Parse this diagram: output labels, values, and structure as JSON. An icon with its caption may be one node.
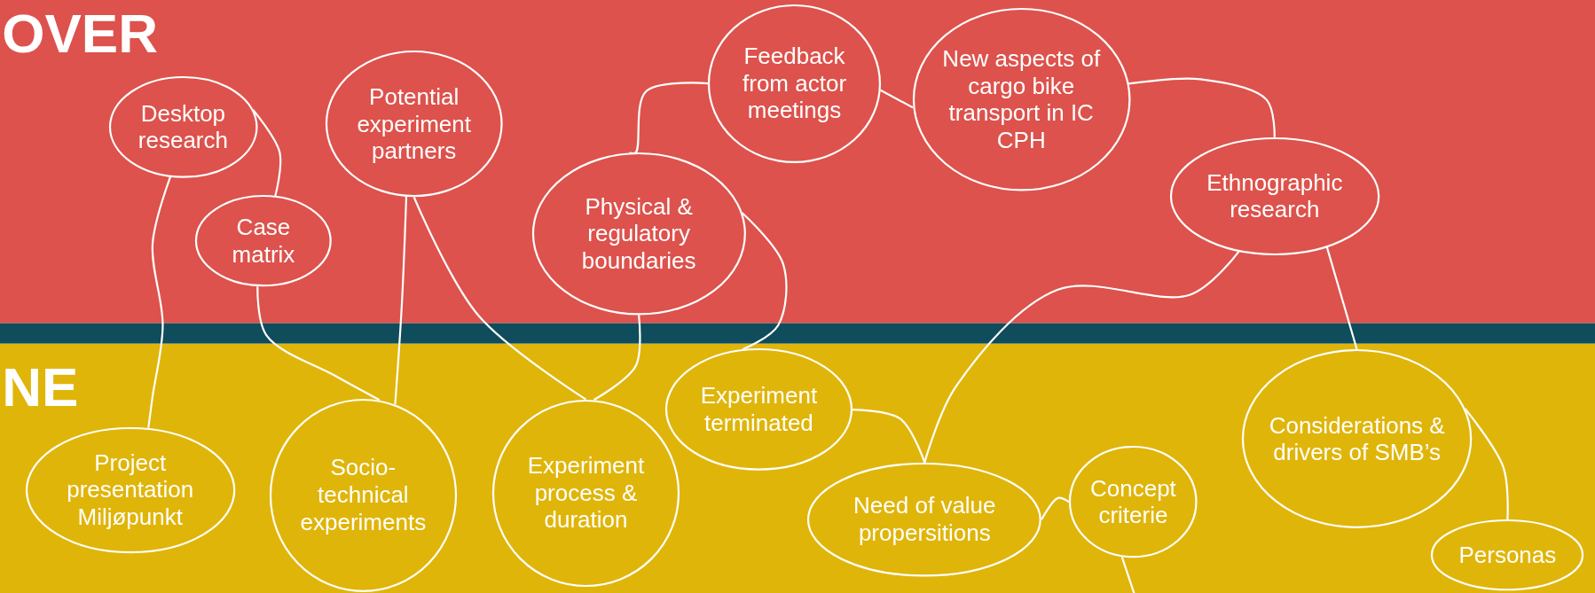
{
  "diagram": {
    "nodes": [
      {
        "text": [
          "Desktop research"
        ]
      },
      {
        "text": [
          "Case matrix"
        ]
      },
      {
        "text": [
          "Potential experiment partners"
        ]
      },
      {
        "text": [
          "Physical & regulatory boundaries"
        ]
      },
      {
        "text": [
          "Feedback from actor meetings"
        ]
      },
      {
        "text": [
          "New aspects of cargo bike transport in IC CPH"
        ]
      },
      {
        "text": [
          "Ethnographic research"
        ]
      },
      {
        "text": [
          "Project presentation Miljøpunkt"
        ]
      },
      {
        "text": [
          "Socio-technical experiments"
        ]
      },
      {
        "text": [
          "Experiment process & duration"
        ]
      },
      {
        "text": [
          "Experiment terminated"
        ]
      },
      {
        "text": [
          "Need of value propersitions"
        ]
      },
      {
        "text": [
          "Concept criterie"
        ]
      },
      {
        "text": [
          "Considerations & drivers of SMB’s"
        ]
      },
      {
        "text": [
          "Personas"
        ]
      }
    ],
    "edges": [
      {
        "from": 0,
        "to": 1,
        "arrow": "none"
      },
      {
        "from": 0,
        "to": 7,
        "arrow": "none"
      },
      {
        "from": 1,
        "to": 8,
        "arrow": "none"
      },
      {
        "from": 2,
        "to": 8,
        "arrow": "none"
      },
      {
        "from": 2,
        "to": 9,
        "arrow": "none"
      },
      {
        "from": 3,
        "to": 9,
        "arrow": "none"
      },
      {
        "from": 3,
        "to": 10,
        "arrow": "none"
      },
      {
        "from": 3,
        "to": 4,
        "arrow": "none"
      },
      {
        "from": 4,
        "to": 5,
        "arrow": "none"
      },
      {
        "from": 5,
        "to": 6,
        "arrow": "none"
      },
      {
        "from": 6,
        "to": 11,
        "arrow": "none"
      },
      {
        "from": 10,
        "to": 11,
        "arrow": "none"
      },
      {
        "from": 6,
        "to": 13,
        "arrow": "none"
      },
      {
        "from": 11,
        "to": 12,
        "arrow": "none"
      },
      {
        "from": 13,
        "to": 14,
        "arrow": "none"
      },
      {
        "from": 12,
        "to": null,
        "arrow": "none"
      }
    ],
    "labels": [
      "OVER",
      "NE"
    ]
  }
}
